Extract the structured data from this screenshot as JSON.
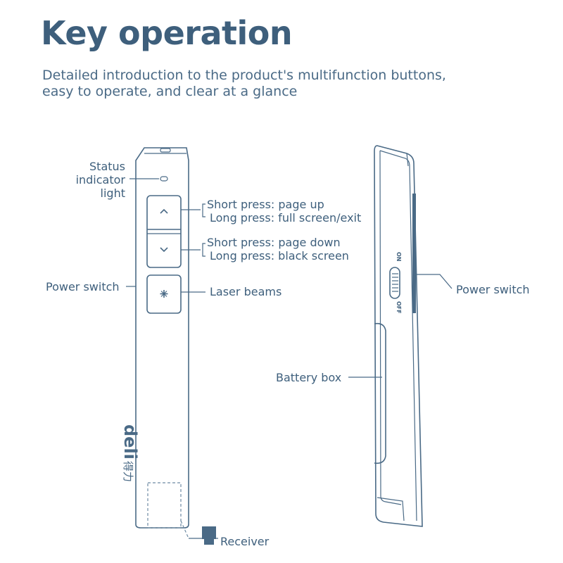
{
  "header": {
    "title": "Key operation",
    "subtitle": "Detailed introduction to the product's multifunction buttons, easy to operate, and clear at a glance"
  },
  "labels": {
    "status_light": [
      "Status",
      "indicator",
      "light"
    ],
    "page_up_short": "Short press: page up",
    "page_up_long": "Long press: full screen/exit",
    "page_down_short": "Short press: page down",
    "page_down_long": "Long press: black screen",
    "power_switch_left": "Power switch",
    "laser": "Laser beams",
    "receiver": "Receiver",
    "power_switch_right": "Power switch",
    "battery_box": "Battery box",
    "switch_on": "ON",
    "switch_off": "OFF"
  },
  "logo": {
    "brand": "deli",
    "brand_cn": "得力"
  },
  "icons": {
    "up": "chevron-up-icon",
    "down": "chevron-down-icon",
    "laser": "laser-star-icon"
  },
  "colors": {
    "ink": "#3e5f7c",
    "line": "#4a6a86"
  }
}
